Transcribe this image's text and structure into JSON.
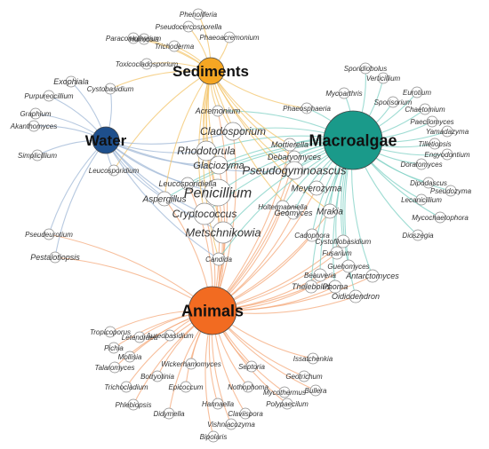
{
  "hubs": [
    {
      "id": "sediments",
      "label": "Sediments",
      "color": "#f5a623",
      "edge_color": "#f3c46a"
    },
    {
      "id": "water",
      "label": "Water",
      "color": "#1e4f8c",
      "edge_color": "#9fb7d6"
    },
    {
      "id": "macroalgae",
      "label": "Macroalgae",
      "color": "#1a9a8a",
      "edge_color": "#7fd0c4"
    },
    {
      "id": "animals",
      "label": "Animals",
      "color": "#f26b21",
      "edge_color": "#f4a87a"
    }
  ],
  "genera": [
    {
      "label": "Phenoliferia",
      "links": [
        "sediments"
      ]
    },
    {
      "label": "Pseudocercosporella",
      "links": [
        "sediments"
      ]
    },
    {
      "label": "Paraconiothyrium",
      "links": [
        "sediments"
      ]
    },
    {
      "label": "Humicola",
      "links": [
        "sediments"
      ]
    },
    {
      "label": "Phaeoacremonium",
      "links": [
        "sediments"
      ]
    },
    {
      "label": "Trichoderma",
      "links": [
        "sediments"
      ]
    },
    {
      "label": "Toxicocladosporium",
      "links": [
        "sediments"
      ]
    },
    {
      "label": "Cystobasidium",
      "links": [
        "sediments",
        "water"
      ]
    },
    {
      "label": "Phaeosphaeria",
      "links": [
        "sediments",
        "macroalgae"
      ]
    },
    {
      "label": "Acremonium",
      "links": [
        "sediments",
        "macroalgae",
        "animals"
      ]
    },
    {
      "label": "Exophiala",
      "links": [
        "water"
      ]
    },
    {
      "label": "Purpureocillium",
      "links": [
        "water"
      ]
    },
    {
      "label": "Graphium",
      "links": [
        "water"
      ]
    },
    {
      "label": "Akanthomyces",
      "links": [
        "water"
      ]
    },
    {
      "label": "Simplicillium",
      "links": [
        "water"
      ]
    },
    {
      "label": "Leucosporidium",
      "links": [
        "water",
        "sediments"
      ]
    },
    {
      "label": "Sporidiobolus",
      "links": [
        "macroalgae"
      ]
    },
    {
      "label": "Verticillium",
      "links": [
        "macroalgae"
      ]
    },
    {
      "label": "Mycoarthris",
      "links": [
        "macroalgae"
      ]
    },
    {
      "label": "Eurotium",
      "links": [
        "macroalgae"
      ]
    },
    {
      "label": "Sporisorium",
      "links": [
        "macroalgae"
      ]
    },
    {
      "label": "Chaetomium",
      "links": [
        "macroalgae"
      ]
    },
    {
      "label": "Paecilomyces",
      "links": [
        "macroalgae"
      ]
    },
    {
      "label": "Yamadazyma",
      "links": [
        "macroalgae"
      ]
    },
    {
      "label": "Tilletiopsis",
      "links": [
        "macroalgae"
      ]
    },
    {
      "label": "Engyodontium",
      "links": [
        "macroalgae"
      ]
    },
    {
      "label": "Doratomyces",
      "links": [
        "macroalgae"
      ]
    },
    {
      "label": "Dipodascus",
      "links": [
        "macroalgae"
      ]
    },
    {
      "label": "Pseudozyma",
      "links": [
        "macroalgae"
      ]
    },
    {
      "label": "Lecanicillium",
      "links": [
        "macroalgae"
      ]
    },
    {
      "label": "Mycochaetophora",
      "links": [
        "macroalgae"
      ]
    },
    {
      "label": "Dioszegia",
      "links": [
        "macroalgae"
      ]
    },
    {
      "label": "Cladosporium",
      "links": [
        "sediments",
        "water",
        "macroalgae",
        "animals"
      ]
    },
    {
      "label": "Rhodotorula",
      "links": [
        "sediments",
        "water",
        "macroalgae",
        "animals"
      ]
    },
    {
      "label": "Glaciozyma",
      "links": [
        "sediments",
        "water",
        "macroalgae",
        "animals"
      ]
    },
    {
      "label": "Mortierella",
      "links": [
        "sediments",
        "macroalgae",
        "animals"
      ]
    },
    {
      "label": "Debaryomyces",
      "links": [
        "sediments",
        "macroalgae",
        "animals"
      ]
    },
    {
      "label": "Pseudogymnoascus",
      "links": [
        "sediments",
        "water",
        "macroalgae",
        "animals"
      ]
    },
    {
      "label": "Leucosporidiella",
      "links": [
        "water",
        "macroalgae",
        "animals"
      ]
    },
    {
      "label": "Penicillium",
      "links": [
        "sediments",
        "water",
        "macroalgae",
        "animals"
      ]
    },
    {
      "label": "Aspergillus",
      "links": [
        "sediments",
        "water",
        "macroalgae",
        "animals"
      ]
    },
    {
      "label": "Meyerozyma",
      "links": [
        "macroalgae",
        "animals"
      ]
    },
    {
      "label": "Cryptococcus",
      "links": [
        "sediments",
        "water",
        "macroalgae",
        "animals"
      ]
    },
    {
      "label": "Holtermanniella",
      "links": [
        "macroalgae",
        "animals"
      ]
    },
    {
      "label": "Mrakia",
      "links": [
        "sediments",
        "macroalgae",
        "animals"
      ]
    },
    {
      "label": "Geomyces",
      "links": [
        "sediments",
        "macroalgae",
        "animals"
      ]
    },
    {
      "label": "Metschnikowia",
      "links": [
        "sediments",
        "water",
        "macroalgae",
        "animals"
      ]
    },
    {
      "label": "Cadophora",
      "links": [
        "macroalgae",
        "animals"
      ]
    },
    {
      "label": "Candida",
      "links": [
        "sediments",
        "water",
        "macroalgae",
        "animals"
      ]
    },
    {
      "label": "Cystofilobasidium",
      "links": [
        "macroalgae",
        "animals"
      ]
    },
    {
      "label": "Fusarium",
      "links": [
        "macroalgae",
        "animals"
      ]
    },
    {
      "label": "Guehomyces",
      "links": [
        "macroalgae",
        "animals"
      ]
    },
    {
      "label": "Antarctomyces",
      "links": [
        "macroalgae",
        "animals"
      ]
    },
    {
      "label": "Beauveria",
      "links": [
        "macroalgae",
        "animals"
      ]
    },
    {
      "label": "Thelebolus",
      "links": [
        "macroalgae",
        "animals"
      ]
    },
    {
      "label": "Phoma",
      "links": [
        "macroalgae",
        "animals"
      ]
    },
    {
      "label": "Oidiodendron",
      "links": [
        "macroalgae",
        "animals"
      ]
    },
    {
      "label": "Pseudeurotium",
      "links": [
        "water",
        "animals"
      ]
    },
    {
      "label": "Pestalotiopsis",
      "links": [
        "water",
        "animals"
      ]
    },
    {
      "label": "Tropicoporus",
      "links": [
        "animals"
      ]
    },
    {
      "label": "Letendraea",
      "links": [
        "animals"
      ]
    },
    {
      "label": "Pichia",
      "links": [
        "animals"
      ]
    },
    {
      "label": "Aureobasidium",
      "links": [
        "animals"
      ]
    },
    {
      "label": "Mollisia",
      "links": [
        "animals"
      ]
    },
    {
      "label": "Talaromyces",
      "links": [
        "animals"
      ]
    },
    {
      "label": "Issatchenkia",
      "links": [
        "animals"
      ]
    },
    {
      "label": "Wickerhamomyces",
      "links": [
        "animals"
      ]
    },
    {
      "label": "Septoria",
      "links": [
        "animals"
      ]
    },
    {
      "label": "Geotrichum",
      "links": [
        "animals"
      ]
    },
    {
      "label": "Botryotinia",
      "links": [
        "animals"
      ]
    },
    {
      "label": "Trichocladium",
      "links": [
        "animals"
      ]
    },
    {
      "label": "Epicoccum",
      "links": [
        "animals"
      ]
    },
    {
      "label": "Nothophoma",
      "links": [
        "animals"
      ]
    },
    {
      "label": "Mycothermus",
      "links": [
        "animals"
      ]
    },
    {
      "label": "Bullera",
      "links": [
        "animals"
      ]
    },
    {
      "label": "Polypaecilum",
      "links": [
        "animals"
      ]
    },
    {
      "label": "Phlebiopsis",
      "links": [
        "animals"
      ]
    },
    {
      "label": "Hannaella",
      "links": [
        "animals"
      ]
    },
    {
      "label": "Didymella",
      "links": [
        "animals"
      ]
    },
    {
      "label": "Claviispora",
      "links": [
        "animals"
      ]
    },
    {
      "label": "Vishniacozyma",
      "links": [
        "animals"
      ]
    },
    {
      "label": "Bipolaris",
      "links": [
        "animals"
      ]
    }
  ]
}
